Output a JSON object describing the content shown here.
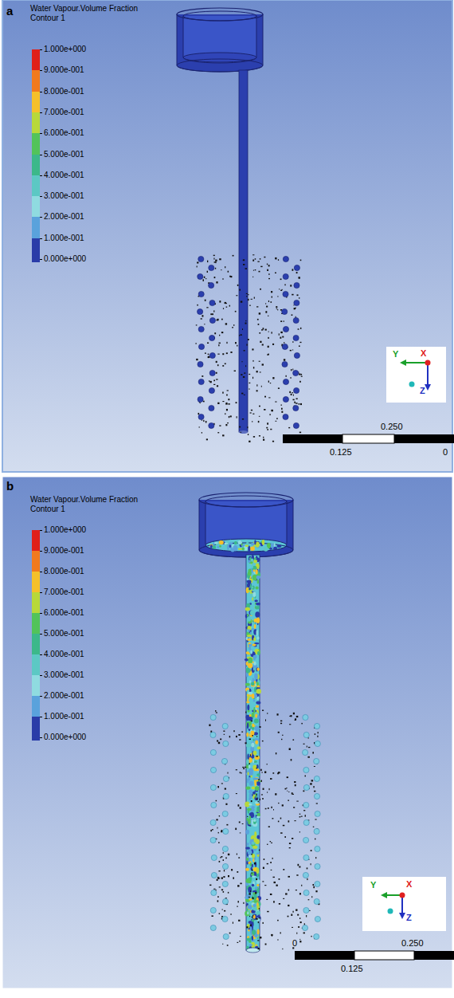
{
  "diagram": {
    "labels": [
      "a",
      "Water Vapour.Volume Fraction",
      "Contour 1",
      "Y",
      "X",
      "Z",
      "0.250",
      "0.125",
      "0",
      "b",
      "Water Vapour.Volume Fraction",
      "Contour 1",
      "Y",
      "X",
      "Z",
      "0",
      "0.250",
      "0.125"
    ],
    "legend": [
      {
        "text": "1.000e+000",
        "color": "#e0201a"
      },
      {
        "text": "9.000e-001",
        "color": "#f07a1e"
      },
      {
        "text": "8.000e-001",
        "color": "#f5c02a"
      },
      {
        "text": "7.000e-001",
        "color": "#b8d83a"
      },
      {
        "text": "6.000e-001",
        "color": "#52c35a"
      },
      {
        "text": "5.000e-001",
        "color": "#3cb88a"
      },
      {
        "text": "4.000e-001",
        "color": "#5cc8c4"
      },
      {
        "text": "3.000e-001",
        "color": "#8fdbe0"
      },
      {
        "text": "2.000e-001",
        "color": "#5aa2dc"
      },
      {
        "text": "1.000e-001",
        "color": "#2a3ca8"
      },
      {
        "text": "0.000e+000",
        "color": "#2a3ca8"
      },
      {
        "text": "1.000e+000",
        "color": "#e0201a"
      },
      {
        "text": "9.000e-001",
        "color": "#f07a1e"
      },
      {
        "text": "8.000e-001",
        "color": "#f5c02a"
      },
      {
        "text": "7.000e-001",
        "color": "#b8d83a"
      },
      {
        "text": "6.000e-001",
        "color": "#52c35a"
      },
      {
        "text": "5.000e-001",
        "color": "#3cb88a"
      },
      {
        "text": "4.000e-001",
        "color": "#5cc8c4"
      },
      {
        "text": "3.000e-001",
        "color": "#8fdbe0"
      },
      {
        "text": "2.000e-001",
        "color": "#5aa2dc"
      },
      {
        "text": "1.000e-001",
        "color": "#2a3ca8"
      },
      {
        "text": "0.000e+000",
        "color": "#2a3ca8"
      }
    ]
  }
}
